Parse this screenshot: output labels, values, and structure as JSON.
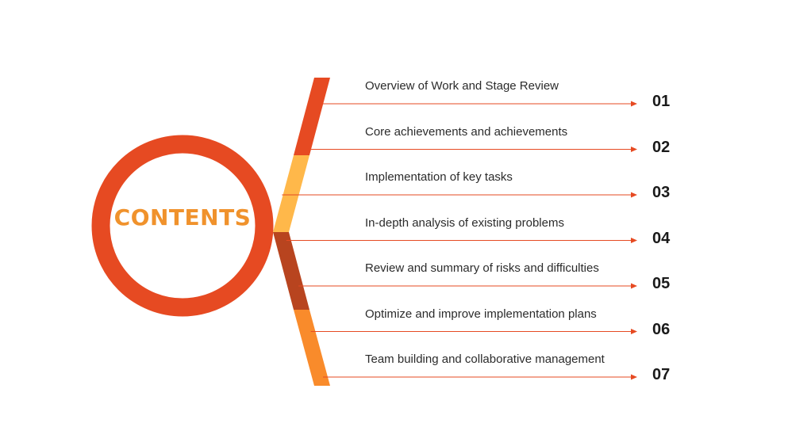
{
  "title": "CONTENTS",
  "colors": {
    "ring": "#E64A22",
    "title": "#F0922C",
    "line": "#E64A22",
    "segments": [
      "#E64A22",
      "#FFB84A",
      "#B8441F",
      "#F98B2B"
    ]
  },
  "items": [
    {
      "label": "Overview of Work and Stage Review",
      "number": "01"
    },
    {
      "label": "Core achievements and achievements",
      "number": "02"
    },
    {
      "label": "Implementation of key tasks",
      "number": "03"
    },
    {
      "label": "In-depth analysis of existing problems",
      "number": "04"
    },
    {
      "label": "Review and summary of risks and difficulties",
      "number": "05"
    },
    {
      "label": "Optimize and improve implementation plans",
      "number": "06"
    },
    {
      "label": "Team building and collaborative management",
      "number": "07"
    }
  ]
}
